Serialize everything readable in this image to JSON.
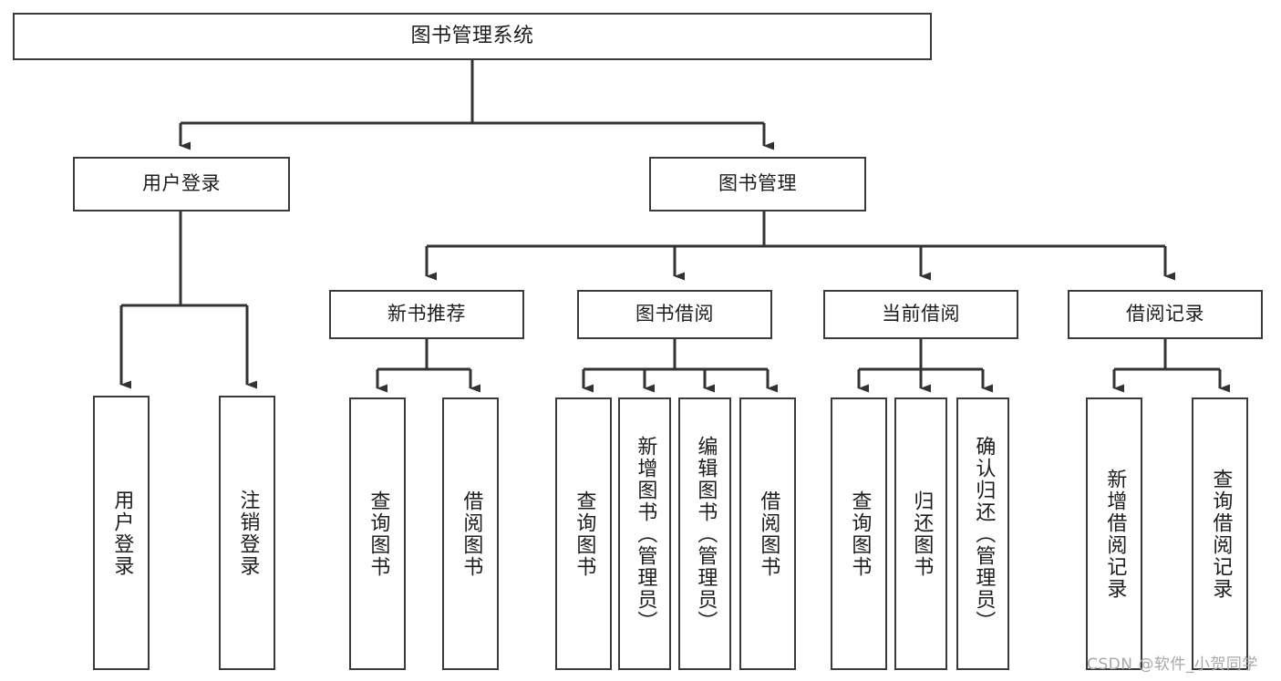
{
  "diagram": {
    "title": "图书管理系统",
    "type": "hierarchy-tree",
    "levels": 4,
    "nodes": {
      "root": {
        "label": "图书管理系统"
      },
      "level2": [
        {
          "id": "user-login",
          "label": "用户登录"
        },
        {
          "id": "book-manage",
          "label": "图书管理"
        }
      ],
      "level3": [
        {
          "id": "new-book-recommend",
          "label": "新书推荐"
        },
        {
          "id": "book-borrow",
          "label": "图书借阅"
        },
        {
          "id": "current-borrow",
          "label": "当前借阅"
        },
        {
          "id": "borrow-record",
          "label": "借阅记录"
        }
      ],
      "level4": {
        "user_login": [
          {
            "id": "leaf-user-login",
            "label": "用户登录"
          },
          {
            "id": "leaf-logout-login",
            "label": "注销登录"
          }
        ],
        "new_book_recommend": [
          {
            "id": "leaf-query-book-1",
            "label": "查询图书"
          },
          {
            "id": "leaf-borrow-book-1",
            "label": "借阅图书"
          }
        ],
        "book_borrow": [
          {
            "id": "leaf-query-book-2",
            "label": "查询图书"
          },
          {
            "id": "leaf-add-book",
            "label": "新增图书（管理员）"
          },
          {
            "id": "leaf-edit-book",
            "label": "编辑图书（管理员）"
          },
          {
            "id": "leaf-borrow-book-2",
            "label": "借阅图书"
          }
        ],
        "current_borrow": [
          {
            "id": "leaf-query-book-3",
            "label": "查询图书"
          },
          {
            "id": "leaf-return-book",
            "label": "归还图书"
          },
          {
            "id": "leaf-confirm-return",
            "label": "确认归还（管理员）"
          }
        ],
        "borrow_record": [
          {
            "id": "leaf-add-record",
            "label": "新增借阅记录"
          },
          {
            "id": "leaf-query-record",
            "label": "查询借阅记录"
          }
        ]
      }
    },
    "colors": {
      "border": "#3a3a3a",
      "background": "#ffffff",
      "text": "#1d1d1d",
      "connector": "#333333",
      "watermark": "#a8a8a8"
    }
  },
  "watermark": {
    "text": "CSDN @软件_小贺同学"
  }
}
